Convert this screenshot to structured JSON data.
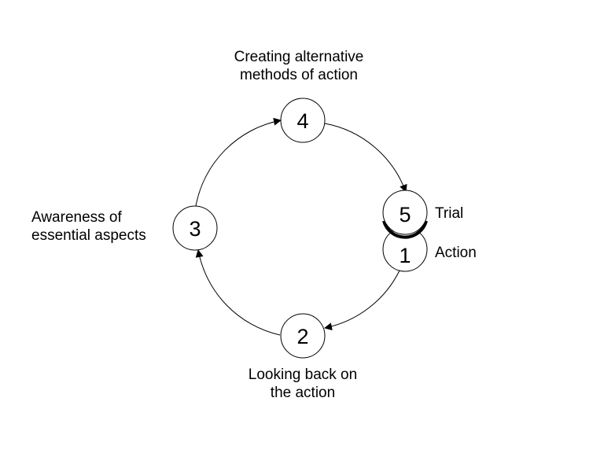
{
  "diagram": {
    "steps": [
      {
        "number": "1",
        "label": "Action"
      },
      {
        "number": "2",
        "label_line1": "Looking back on",
        "label_line2": "the action"
      },
      {
        "number": "3",
        "label_line1": "Awareness of",
        "label_line2": "essential aspects"
      },
      {
        "number": "4",
        "label_line1": "Creating alternative",
        "label_line2": "methods of action"
      },
      {
        "number": "5",
        "label": "Trial"
      }
    ]
  }
}
